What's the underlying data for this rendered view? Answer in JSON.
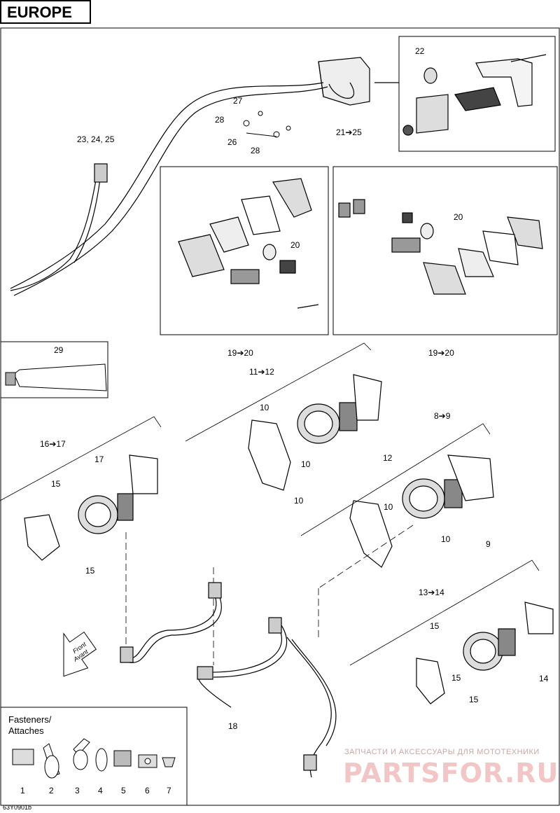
{
  "region": "EUROPE",
  "figure_code": "63Y0901b",
  "fasteners_title": "Fasteners/\nAttaches",
  "watermark": {
    "line1": "ЗАПЧАСТИ И АКСЕССУАРЫ ДЛЯ МОТОТЕХНИКИ",
    "logo": "PARTSFOR.RU"
  },
  "callouts": {
    "c22": "22",
    "c27": "27",
    "c28a": "28",
    "c28b": "28",
    "c26": "26",
    "c21_25": "21➔25",
    "c23_25": "23, 24, 25",
    "c20a": "20",
    "c20b": "20",
    "c19_20a": "19➔20",
    "c19_20b": "19➔20",
    "c29": "29",
    "c11_12": "11➔12",
    "c10a": "10",
    "c10b": "10",
    "c10c": "10",
    "c12": "12",
    "c8_9": "8➔9",
    "c10d": "10",
    "c10e": "10",
    "c9": "9",
    "c16_17": "16➔17",
    "c17": "17",
    "c15a": "15",
    "c15b": "15",
    "c13_14": "13➔14",
    "c15c": "15",
    "c15d": "15",
    "c15e": "15",
    "c14": "14",
    "c18": "18",
    "f1": "1",
    "f2": "2",
    "f3": "3",
    "f4": "4",
    "f5": "5",
    "f6": "6",
    "f7": "7"
  },
  "front_arrow": {
    "line1": "Front",
    "line2": "Avant"
  }
}
